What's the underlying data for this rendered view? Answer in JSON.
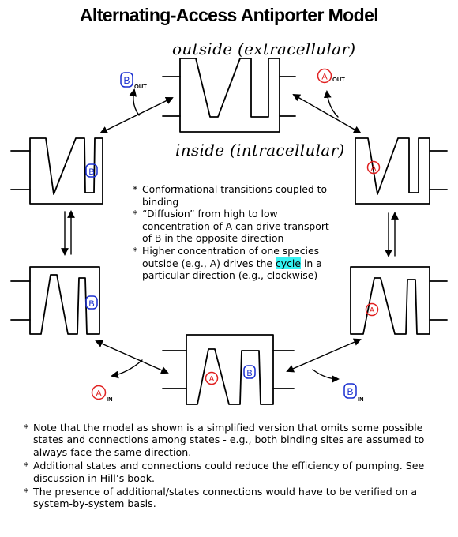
{
  "title": "Alternating-Access Antiporter Model",
  "labels": {
    "outside": "outside (extracellular)",
    "inside": "inside (intracellular)"
  },
  "species": {
    "a": "A",
    "b": "B",
    "out": "OUT",
    "in": "IN"
  },
  "colors": {
    "species_a": "#e02020",
    "species_b": "#1a2fd0",
    "highlight": "#33f2f2"
  },
  "center_notes": [
    "Conformational transitions coupled to binding",
    "“Diffusion” from high to low concentration of A can drive transport of B in the opposite direction"
  ],
  "center_note3": {
    "before": "Higher concentration of one species outside (e.g., A) drives the ",
    "highlight": "cycle",
    "after": " in a particular direction (e.g., clockwise)"
  },
  "bottom_notes": [
    "Note that the model as shown is a simplified version that omits some possible states and connections among states - e.g., both binding sites are assumed to always face the same direction.",
    "Additional states and connections could reduce the efficiency of pumping.  See discussion in Hill’s book.",
    "The presence of additional/states connections would have to be verified on a system-by-system basis."
  ]
}
